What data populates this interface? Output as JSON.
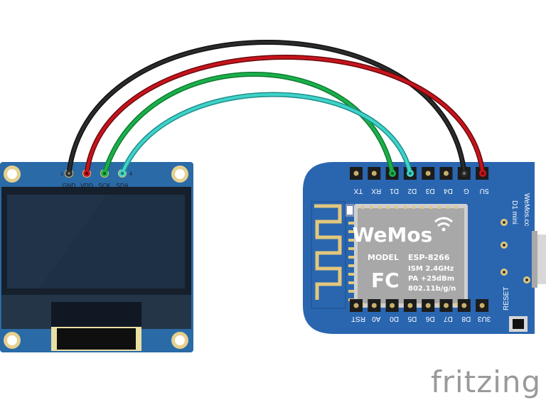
{
  "oled": {
    "pin_first": "1",
    "pin_last": "4",
    "pins": [
      "GND",
      "VDD",
      "SCK",
      "SDA"
    ]
  },
  "wemos": {
    "top_pins": [
      "TX",
      "RX",
      "D1",
      "D2",
      "D3",
      "D4",
      "G",
      "5U"
    ],
    "bottom_pins": [
      "RST",
      "A0",
      "D0",
      "D5",
      "D6",
      "D7",
      "D8",
      "3U3"
    ],
    "model_name": "D1 mini",
    "website": "WeMos.cc",
    "reset_label": "RESET",
    "chip": {
      "logo": "WeMos",
      "model_label": "MODEL",
      "model_value": "ESP-8266",
      "spec_1": "ISM 2.4GHz",
      "spec_2": "PA +25dBm",
      "spec_3": "802.11b/g/n",
      "fcc": "FC"
    }
  },
  "wires": [
    {
      "name": "black",
      "color": "#1f1f1f",
      "from": "GND",
      "to": "G"
    },
    {
      "name": "red",
      "color": "#c8141c",
      "from": "VDD",
      "to": "5U"
    },
    {
      "name": "green",
      "color": "#1bb04a",
      "from": "SCK",
      "to": "D1"
    },
    {
      "name": "cyan",
      "color": "#3fd3c9",
      "from": "SDA",
      "to": "D2"
    }
  ],
  "colors": {
    "board": "#2a66b0",
    "oled_board": "#2a6aa7",
    "screen": "#121f2f",
    "gold": "#e2c77c",
    "brand_text": "#9a9a9a"
  },
  "brand": "fritzing"
}
